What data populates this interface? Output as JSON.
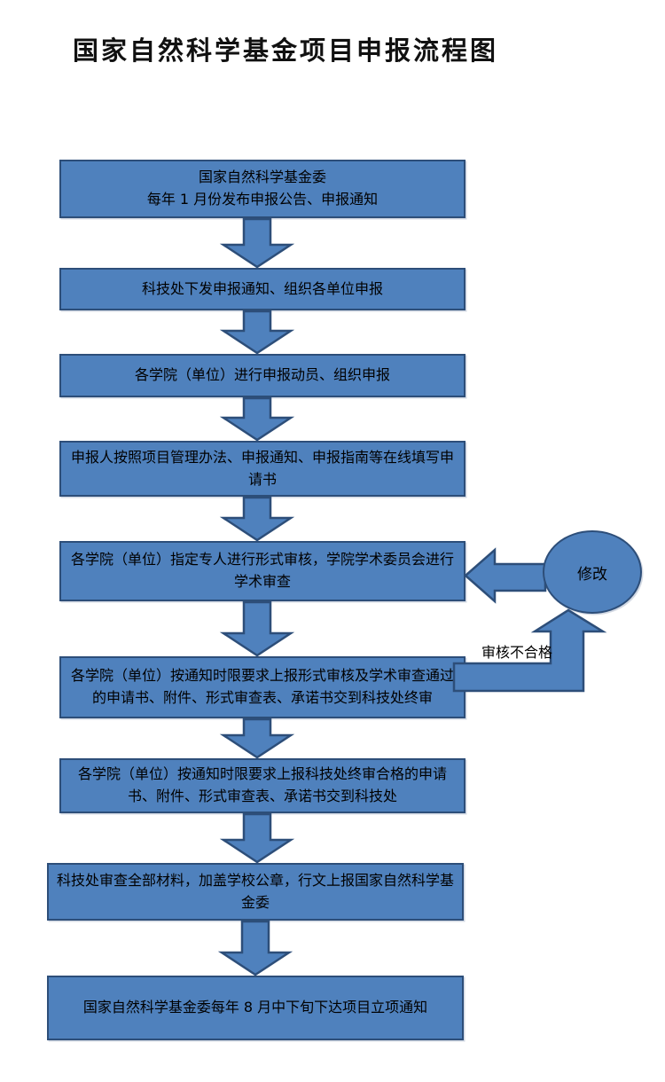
{
  "title": "国家自然科学基金项目申报流程图",
  "flow": {
    "steps": [
      {
        "text": "国家自然科学基金委\n每年 1 月份发布申报公告、申报通知"
      },
      {
        "text": "科技处下发申报通知、组织各单位申报"
      },
      {
        "text": "各学院（单位）进行申报动员、组织申报"
      },
      {
        "text": "申报人按照项目管理办法、申报通知、申报指南等在线填写申请书"
      },
      {
        "text": "各学院（单位）指定专人进行形式审核，学院学术委员会进行学术审查"
      },
      {
        "text": "各学院（单位）按通知时限要求上报形式审核及学术审查通过的申请书、附件、形式审查表、承诺书交到科技处终审"
      },
      {
        "text": "各学院（单位）按通知时限要求上报科技处终审合格的申请书、附件、形式审查表、承诺书交到科技处"
      },
      {
        "text": "科技处审查全部材料，加盖学校公章，行文上报国家自然科学基金委"
      },
      {
        "text": "国家自然科学基金委每年 8 月中下旬下达项目立项通知"
      }
    ],
    "modify_node_label": "修改",
    "fail_branch_label": "审核不合格"
  },
  "colors": {
    "shape_fill": "#4F81BD",
    "shape_border": "#2D4E79",
    "text": "#000000",
    "background": "#FFFFFF"
  }
}
